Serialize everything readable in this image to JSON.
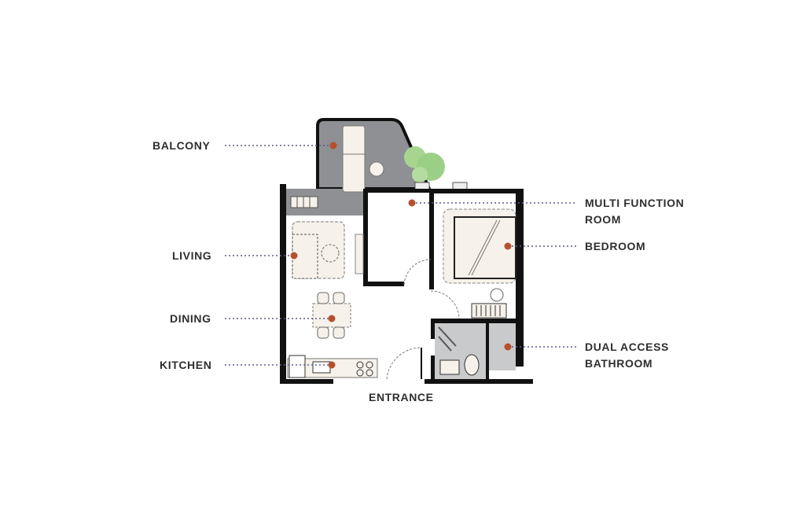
{
  "diagram": {
    "type": "apartment-floor-plan",
    "colors": {
      "wall": "#111111",
      "balcony_fill": "#8e9093",
      "bathroom_fill": "#c9cacc",
      "furniture_fill": "#f6f1ea",
      "marker": "#b5502f",
      "leader_line": "#5b5f8a",
      "tree": "#9ccf86",
      "label_text": "#2f2f2f"
    },
    "labels": {
      "balcony": "BALCONY",
      "living": "LIVING",
      "dining": "DINING",
      "kitchen": "KITCHEN",
      "multi_function_line1": "MULTI FUNCTION",
      "multi_function_line2": "ROOM",
      "bedroom": "BEDROOM",
      "bathroom_line1": "DUAL ACCESS",
      "bathroom_line2": "BATHROOM",
      "entrance": "ENTRANCE"
    }
  }
}
